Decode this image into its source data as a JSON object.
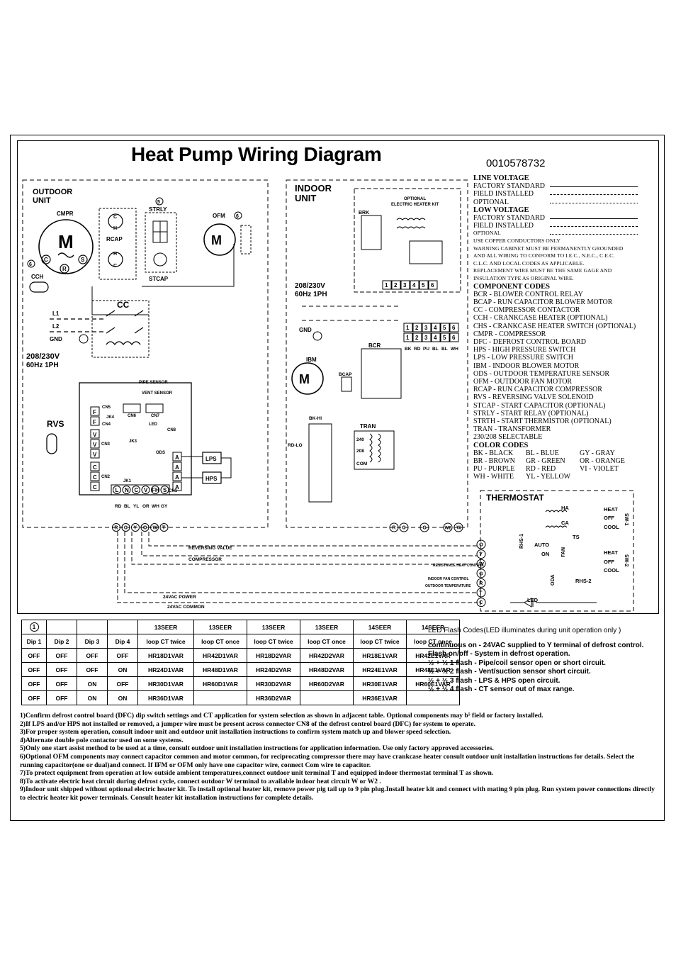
{
  "title": "Heat Pump Wiring Diagram",
  "doc_number": "0010578732",
  "outdoor_unit": {
    "label_line1": "OUTDOOR",
    "label_line2": "UNIT",
    "cmpr": "CMPR",
    "strly": "STRLY",
    "ofm": "OFM",
    "rcap": "RCAP",
    "stcap": "STCAP",
    "cch": "CCH",
    "cc": "CC",
    "gnd": "GND",
    "power_line1": "208/230V",
    "power_line2": "60Hz 1PH",
    "rvs": "RVS",
    "cn5": "CN5",
    "cn6": "CN6",
    "cn7": "CN7",
    "cn8": "CN8",
    "cn3": "CN3",
    "cn2": "CN2",
    "cn1": "CN1",
    "cn4": "CN4",
    "jk1": "JK1",
    "jk3": "JK3",
    "jk4": "JK4",
    "pipe_sensor": "PIPE SENSOR",
    "vent_sensor": "VENT SENSOR",
    "ods": "ODS",
    "led": "LED",
    "lps": "LPS",
    "hps": "HPS",
    "bottom_terminals": [
      "L",
      "N",
      "C",
      "V",
      "FH",
      "S"
    ],
    "bottom_wires": [
      "RD",
      "BL",
      "YL",
      "OR",
      "WH",
      "GY"
    ],
    "thermostat_terminals": [
      "R",
      "C",
      "Y",
      "O",
      "W",
      "T"
    ]
  },
  "indoor_unit": {
    "label_line1": "INDOOR",
    "label_line2": "UNIT",
    "heater_kit_line1": "OPTIONAL",
    "heater_kit_line2": "ELECTRIC HEATER KIT",
    "brk": "BRK",
    "power_line1": "208/230V",
    "power_line2": "60Hz 1PH",
    "gnd": "GND",
    "ibm": "IBM",
    "bcap": "BCAP",
    "bcr": "BCR",
    "tran": "TRAN",
    "com": "COM",
    "bk_hi": "BK-HI",
    "rd_lo": "RD-LO",
    "plug_pins": [
      "1",
      "2",
      "3",
      "4",
      "5",
      "6"
    ],
    "plug_wires": [
      "BK",
      "RD",
      "PU",
      "BL",
      "BL",
      "WH"
    ],
    "bottom_terminals": [
      "R",
      "C",
      "G",
      "W2",
      "W"
    ]
  },
  "wire_labels": {
    "reversing_value": "REVERSING VALUE",
    "compressor": "COMPRESSOR",
    "power_24vac": "24VAC POWER",
    "common_24vac": "24VAC COMMON",
    "resistance_heat": "RESISTANCE HEAT CONTROL",
    "indoor_fan": "INDOOR FAN CONTROL",
    "outdoor_temp": "OUTDOOR TEMPERATURE"
  },
  "thermostat": {
    "title": "THERMOSTAT",
    "ha": "HA",
    "ca": "CA",
    "ts": "TS",
    "heat": "HEAT",
    "off": "OFF",
    "cool": "COOL",
    "auto": "AUTO",
    "on": "ON",
    "fan": "FAN",
    "oda": "ODA",
    "rhs1": "RHS-1",
    "rhs2": "RHS-2",
    "sw1": "SW-1",
    "sw2": "SW-2",
    "led": "LED",
    "terminals": [
      "O",
      "Y",
      "W",
      "G",
      "R",
      "T",
      "C"
    ]
  },
  "legend": {
    "line_voltage": "LINE VOLTAGE",
    "low_voltage": "LOW VOLTAGE",
    "factory_standard": "FACTORY STANDARD",
    "field_installed": "FIELD INSTALLED",
    "optional": "OPTIONAL",
    "notes": [
      "USE COPPER CONDUCTORS ONLY",
      "WARNING CABINET MUST BE PERMANENTLY GROUNDED",
      "AND ALL WIRING TO CONFORM TO I.E.C., N.E.C., C.E.C.",
      "C.L.C. AND LOCAL CODES AS APPLICABLE.",
      "REPLACEMENT WIRE MUST BE THE SAME GAGE AND",
      "INSULATION TYPE AS ORIGINAL WIRE."
    ],
    "component_codes_title": "COMPONENT CODES",
    "component_codes": [
      "BCR - BLOWER CONTROL RELAY",
      "BCAP - RUN CAPACITOR BLOWER MOTOR",
      "CC - COMPRESSOR CONTACTOR",
      "CCH - CRANKCASE HEATER (OPTIONAL)",
      "CHS - CRANKCASE HEATER SWITCH (OPTIONAL)",
      "CMPR - COMPRESSOR",
      "DFC - DEFROST CONTROL BOARD",
      "HPS - HIGH PRESSURE SWITCH",
      "LPS - LOW PRESSURE SWITCH",
      "IBM - INDOOR BLOWER MOTOR",
      "ODS - OUTDOOR TEMPERATURE SENSOR",
      "OFM - OUTDOOR FAN MOTOR",
      "RCAP - RUN CAPACITOR COMPRESSOR",
      "RVS - REVERSING VALVE SOLENOID",
      "STCAP - START CAPACITOR (OPTIONAL)",
      "STRLY - START RELAY (OPTIONAL)",
      "STRTH - START THERMISTOR (OPTIONAL)",
      "TRAN - TRANSFORMER",
      "230/208 SELECTABLE"
    ],
    "color_codes_title": "COLOR CODES",
    "color_codes": [
      "BK - BLACK",
      "BL - BLUE",
      "GY - GRAY",
      "BR - BROWN",
      "GR - GREEN",
      "OR - ORANGE",
      "PU - PURPLE",
      "RD - RED",
      "VI - VIOLET",
      "WH - WHITE",
      "YL - YELLOW",
      ""
    ]
  },
  "dip_table": {
    "ref_mark": "1",
    "header_seer": [
      "13SEER",
      "13SEER",
      "13SEER",
      "13SEER",
      "14SEER",
      "14SEER"
    ],
    "header": [
      "Dip 1",
      "Dip 2",
      "Dip 3",
      "Dip 4",
      "loop CT twice",
      "loop CT once",
      "loop CT twice",
      "loop CT once",
      "loop CT twice",
      "loop CT once"
    ],
    "rows": [
      [
        "OFF",
        "OFF",
        "OFF",
        "OFF",
        "HR18D1VAR",
        "HR42D1VAR",
        "HR18D2VAR",
        "HR42D2VAR",
        "HR18E1VAR",
        "HR42E1VAR"
      ],
      [
        "OFF",
        "OFF",
        "OFF",
        "ON",
        "HR24D1VAR",
        "HR48D1VAR",
        "HR24D2VAR",
        "HR48D2VAR",
        "HR24E1VAR",
        "HR48E1VAR"
      ],
      [
        "OFF",
        "OFF",
        "ON",
        "OFF",
        "HR30D1VAR",
        "HR60D1VAR",
        "HR30D2VAR",
        "HR60D2VAR",
        "HR30E1VAR",
        "HR60E1VAR"
      ],
      [
        "OFF",
        "OFF",
        "ON",
        "ON",
        "HR36D1VAR",
        "",
        "HR36D2VAR",
        "",
        "HR36E1VAR",
        ""
      ]
    ]
  },
  "led_codes": {
    "title": "LED Flash Codes(LED illuminates during unit operation only )",
    "lines": [
      "continuous on - 24VAC supplied to Y terminal of defrost control.",
      "Flash on/off - System in defrost operation.",
      "½ + ½ 1 flash - Pipe/coil sensor open or short circuit.",
      "½ + ½ 2 flash - Vent/suction sensor short circuit.",
      "½ + ½ 3 flash - LPS & HPS open circuit.",
      "½ + ½ 4 flash - CT sensor out of max range."
    ]
  },
  "notes": [
    "1)Confirm defrost control board (DFC) dip switch settings and CT application for system selection as shown in adjacent table.  Optional components may b⁵ field or factory installed.",
    "2)If LPS and/or HPS not installed or removed, a jumper wire must be present across connector CN8 of the defrost control board (DFC) for system to operate.",
    "3)For proper system operation, consult indoor unit and outdoor unit installation instructions to confirm system match up and blower speed selection.",
    "4)Alternate double pole contactor used on some systems.",
    "5)Only one start assist method to be used at a time, consult outdoor unit installation instructions for application information.  Use only factory approved accessories.",
    "6)Optional OFM components may connect capacitor common and motor common, for reciprocating compressor there may have crankcase heater consult outdoor unit installation instructions for details.  Select the running capacitor(one or dual)and connect.  If IFM or OFM only have one capacitor wire, connect Com wire to capacitor.",
    "7)To protect equipment from operation at low outside ambient temperatures,connect outdoor unit terminal T and equipped indoor thermostat terminal T as shown.",
    "8)To activate electric heat circuit during defrost cycle, connect outdoor W terminal to available indoor heat circuit W or W2 .",
    "9)Indoor unit shipped without optional electric heater kit.  To install optional heater kit, remove power pig tail up to 9 pin plug.Install heater kit and connect with mating 9 pin plug.  Run system power connections directly to electric heater kit power terminals.  Consult heater kit installation instructions for complete details."
  ]
}
